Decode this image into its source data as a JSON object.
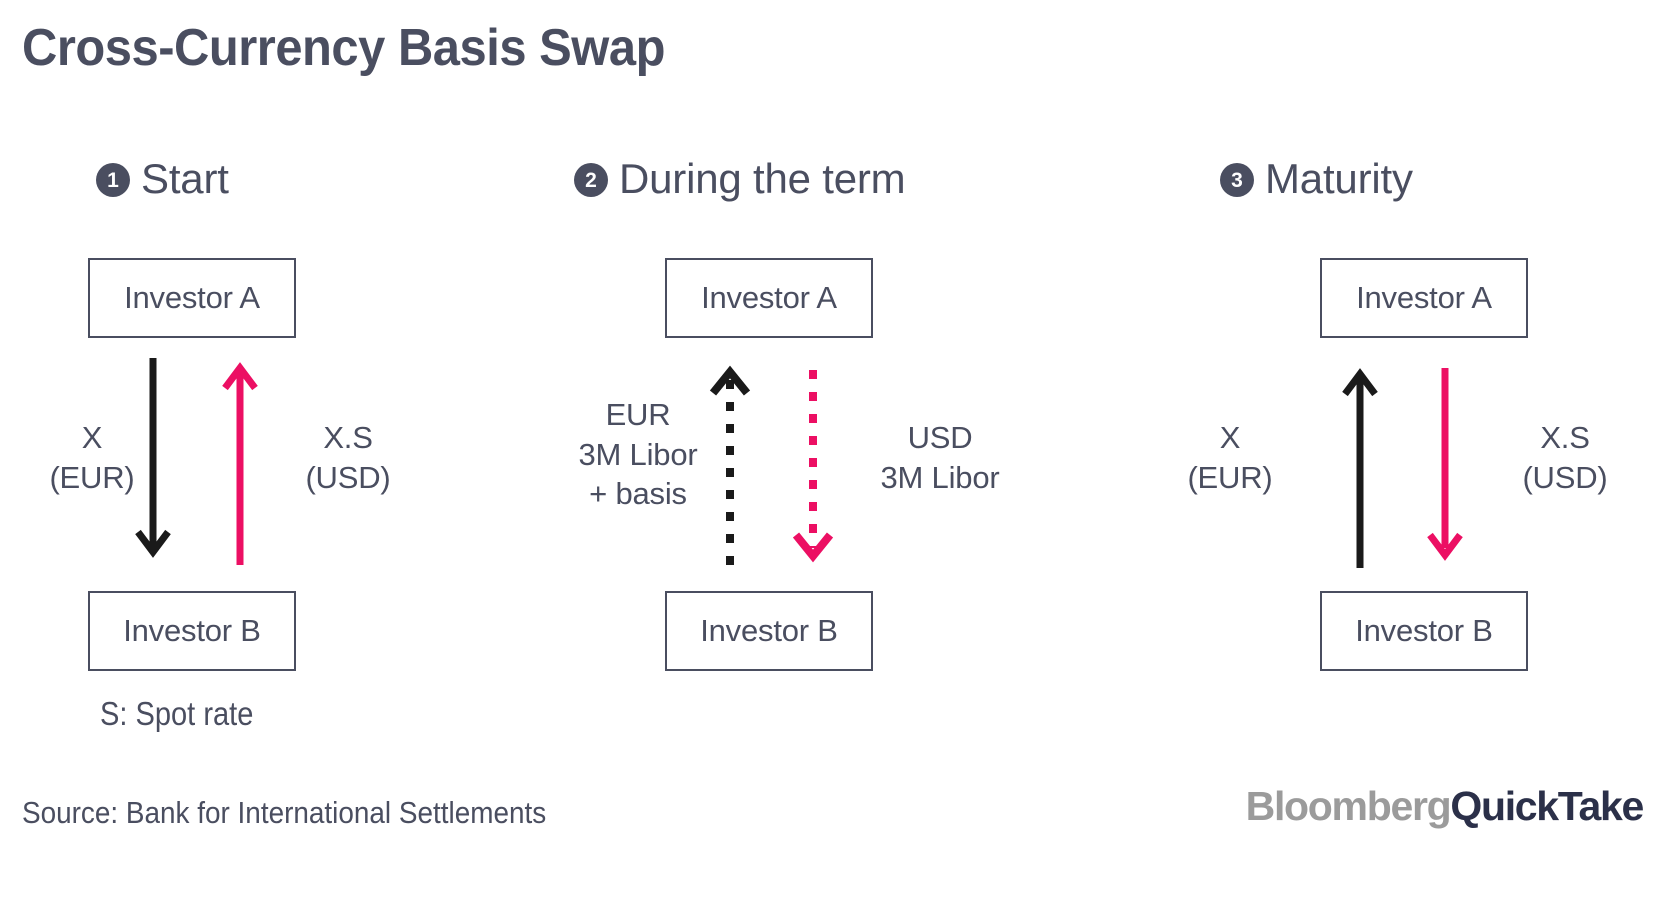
{
  "title": "Cross-Currency Basis Swap",
  "colors": {
    "ink": "#4a4e60",
    "arrow_dark": "#1a1a1a",
    "arrow_pink": "#ec0f63",
    "brand_gray": "#9b9b9b",
    "brand_navy": "#2b3049",
    "background": "#ffffff"
  },
  "panels": [
    {
      "step_number": "1",
      "step_title": "Start",
      "node_top": "Investor A",
      "node_bottom": "Investor B",
      "arrows": [
        {
          "id": "arrow-dark-down",
          "color": "#1a1a1a",
          "direction": "down",
          "style": "solid"
        },
        {
          "id": "arrow-pink-up",
          "color": "#ec0f63",
          "direction": "up",
          "style": "solid"
        }
      ],
      "label_left": "X\n(EUR)",
      "label_right": "X.S\n(USD)"
    },
    {
      "step_number": "2",
      "step_title": "During the term",
      "node_top": "Investor A",
      "node_bottom": "Investor B",
      "arrows": [
        {
          "id": "arrow-dark-up",
          "color": "#1a1a1a",
          "direction": "up",
          "style": "dashed"
        },
        {
          "id": "arrow-pink-down",
          "color": "#ec0f63",
          "direction": "down",
          "style": "dashed"
        }
      ],
      "label_left": "EUR\n3M Libor\n+ basis",
      "label_right": "USD\n3M Libor"
    },
    {
      "step_number": "3",
      "step_title": "Maturity",
      "node_top": "Investor A",
      "node_bottom": "Investor B",
      "arrows": [
        {
          "id": "arrow-dark-up",
          "color": "#1a1a1a",
          "direction": "up",
          "style": "solid"
        },
        {
          "id": "arrow-pink-down",
          "color": "#ec0f63",
          "direction": "down",
          "style": "solid"
        }
      ],
      "label_left": "X\n(EUR)",
      "label_right": "X.S\n(USD)"
    }
  ],
  "spot_note": "S: Spot rate",
  "source": "Source: Bank for International Settlements",
  "logo": {
    "primary": "Bloomberg",
    "secondary": "QuickTake"
  }
}
